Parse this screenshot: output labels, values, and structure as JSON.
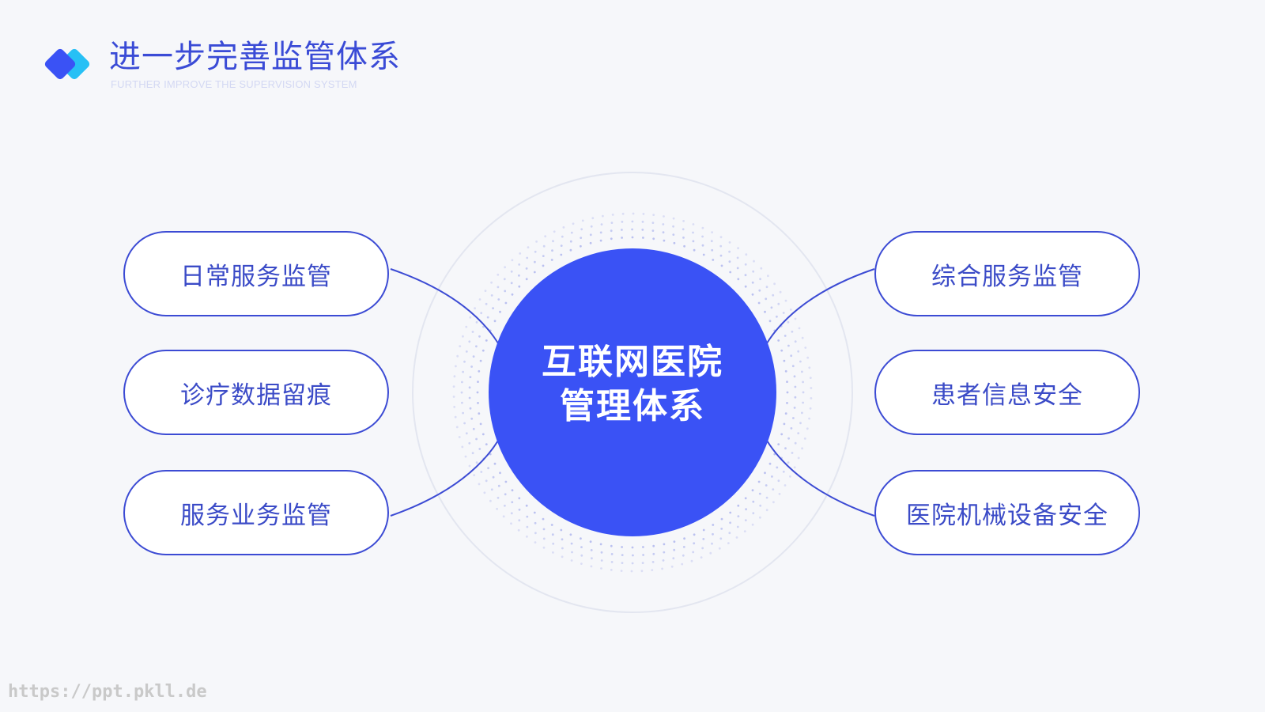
{
  "header": {
    "title": "进一步完善监管体系",
    "subtitle": "FURTHER IMPROVE THE SUPERVISION SYSTEM"
  },
  "diagram": {
    "center": {
      "line1": "互联网医院",
      "line2": "管理体系"
    },
    "left_items": [
      {
        "label": "日常服务监管"
      },
      {
        "label": "诊疗数据留痕"
      },
      {
        "label": "服务业务监管"
      }
    ],
    "right_items": [
      {
        "label": "综合服务监管"
      },
      {
        "label": "患者信息安全"
      },
      {
        "label": "医院机械设备安全"
      }
    ]
  },
  "watermark": "https://ppt.pkll.de",
  "colors": {
    "accent": "#3a52f5",
    "stroke": "#3c4bd4",
    "logo_primary": "#3a52f5",
    "logo_secondary": "#27c0f5",
    "background": "#f6f7fa"
  }
}
